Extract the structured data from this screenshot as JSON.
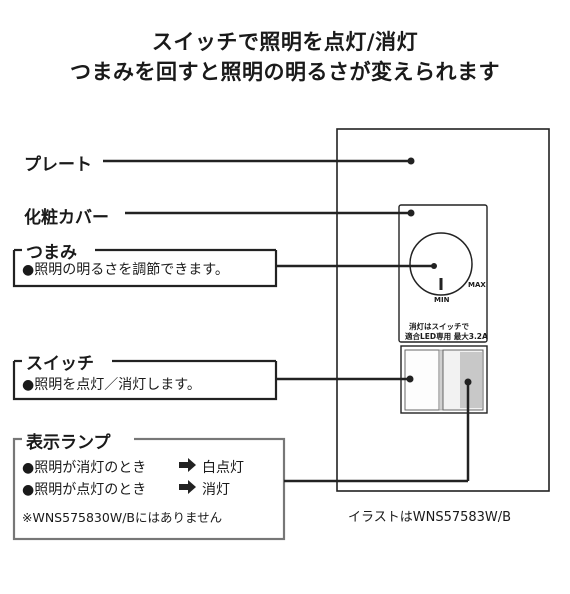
{
  "headline": {
    "line1": "スイッチで照明を点灯/消灯",
    "line2": "つまみを回すと照明の明るさが変えられます"
  },
  "callouts": {
    "plate": "プレート",
    "cover": "化粧カバー",
    "knob": {
      "title": "つまみ",
      "text": "●照明の明るさを調節できます。"
    },
    "switch": {
      "title": "スイッチ",
      "text": "●照明を点灯／消灯します。"
    },
    "lamp": {
      "title": "表示ランプ",
      "line1_text": "●照明が消灯のとき",
      "line1_result": "白点灯",
      "line2_text": "●照明が点灯のとき",
      "line2_result": "消灯",
      "note": "※WNS575830W/Bにはありません"
    }
  },
  "device": {
    "dial_max": "MAX",
    "dial_min": "MIN",
    "label_line1": "消灯はスイッチで",
    "label_line2": "適合LED専用 最大3.2A"
  },
  "caption": "イラストはWNS57583W/B"
}
